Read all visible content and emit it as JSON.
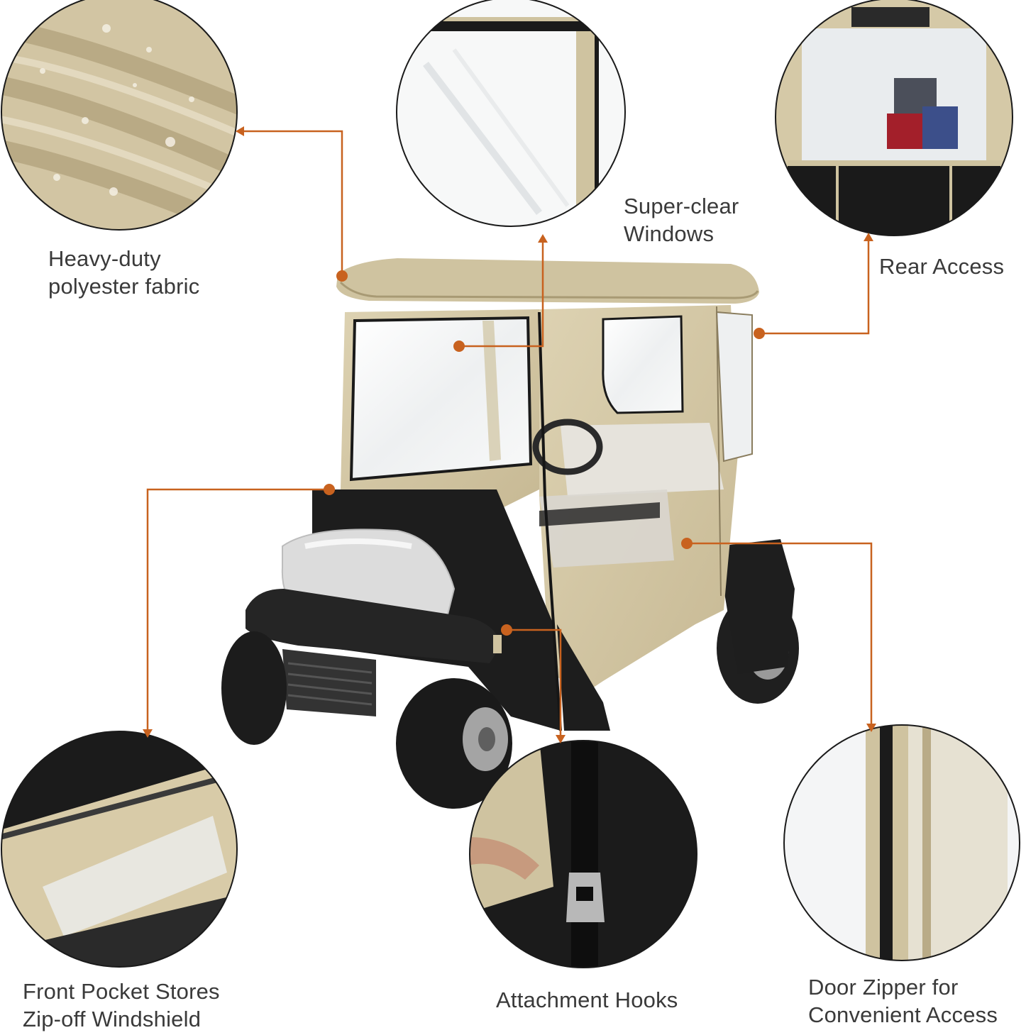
{
  "accent_color": "#c8621f",
  "callouts": [
    {
      "id": "fabric",
      "lines": [
        "Heavy-duty",
        "polyester fabric"
      ],
      "icon": "fabric-closeup"
    },
    {
      "id": "windows",
      "lines": [
        "Super-clear",
        "Windows"
      ],
      "icon": "clear-window-closeup"
    },
    {
      "id": "rear",
      "lines": [
        "Rear Access"
      ],
      "icon": "rear-access-closeup"
    },
    {
      "id": "pocket",
      "lines": [
        "Front Pocket Stores",
        "Zip-off Windshield"
      ],
      "icon": "front-pocket-closeup"
    },
    {
      "id": "hooks",
      "lines": [
        "Attachment Hooks"
      ],
      "icon": "attachment-hook-closeup"
    },
    {
      "id": "zipper",
      "lines": [
        "Door Zipper for",
        "Convenient Access"
      ],
      "icon": "door-zipper-closeup"
    }
  ]
}
